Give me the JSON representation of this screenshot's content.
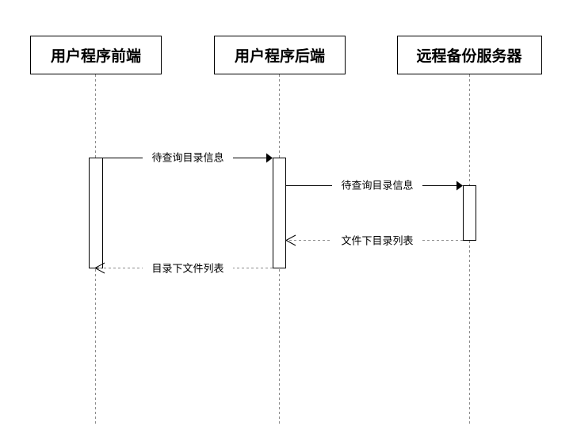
{
  "participants": [
    {
      "label": "用户程序前端"
    },
    {
      "label": "用户程序后端"
    },
    {
      "label": "远程备份服务器"
    }
  ],
  "messages": [
    {
      "label": "待查询目录信息",
      "from": 0,
      "to": 1,
      "kind": "call"
    },
    {
      "label": "待查询目录信息",
      "from": 1,
      "to": 2,
      "kind": "call"
    },
    {
      "label": "文件下目录列表",
      "from": 2,
      "to": 1,
      "kind": "return"
    },
    {
      "label": "目录下文件列表",
      "from": 1,
      "to": 0,
      "kind": "return"
    }
  ],
  "colors": {
    "line": "#000000",
    "lifeline": "#8c8c8c",
    "background": "#ffffff"
  }
}
